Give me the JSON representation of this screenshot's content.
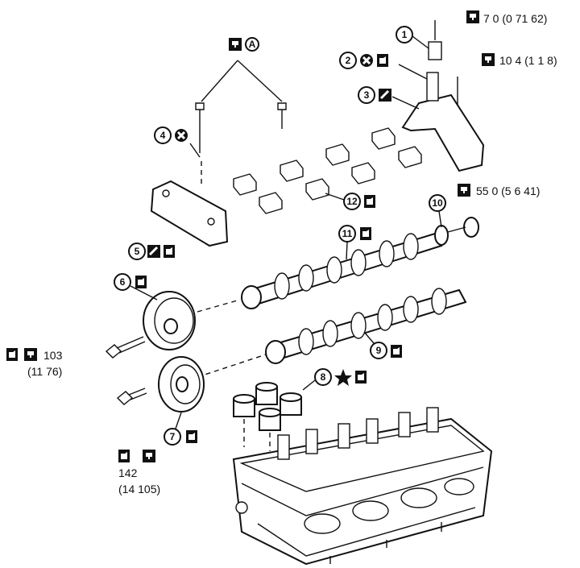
{
  "callouts": [
    "1",
    "2",
    "3",
    "4",
    "5",
    "6",
    "7",
    "8",
    "9",
    "10",
    "11",
    "12"
  ],
  "symbols": {
    "letter_A": "A"
  },
  "torque": {
    "t1": "7 0 (0 71  62)",
    "t2": "10 4 (1 1  8)",
    "t3": "55 0 (5 6  41)",
    "t4_line1": "103",
    "t4_line2": "(11  76)",
    "t5_line1": "142",
    "t5_line2": "(14  105)"
  },
  "icons": {
    "torque": "torque-wrench-icon",
    "oil": "oil-can-icon",
    "replace": "do-not-reuse-icon",
    "sealant": "sealant-icon",
    "mark": "star-icon"
  }
}
